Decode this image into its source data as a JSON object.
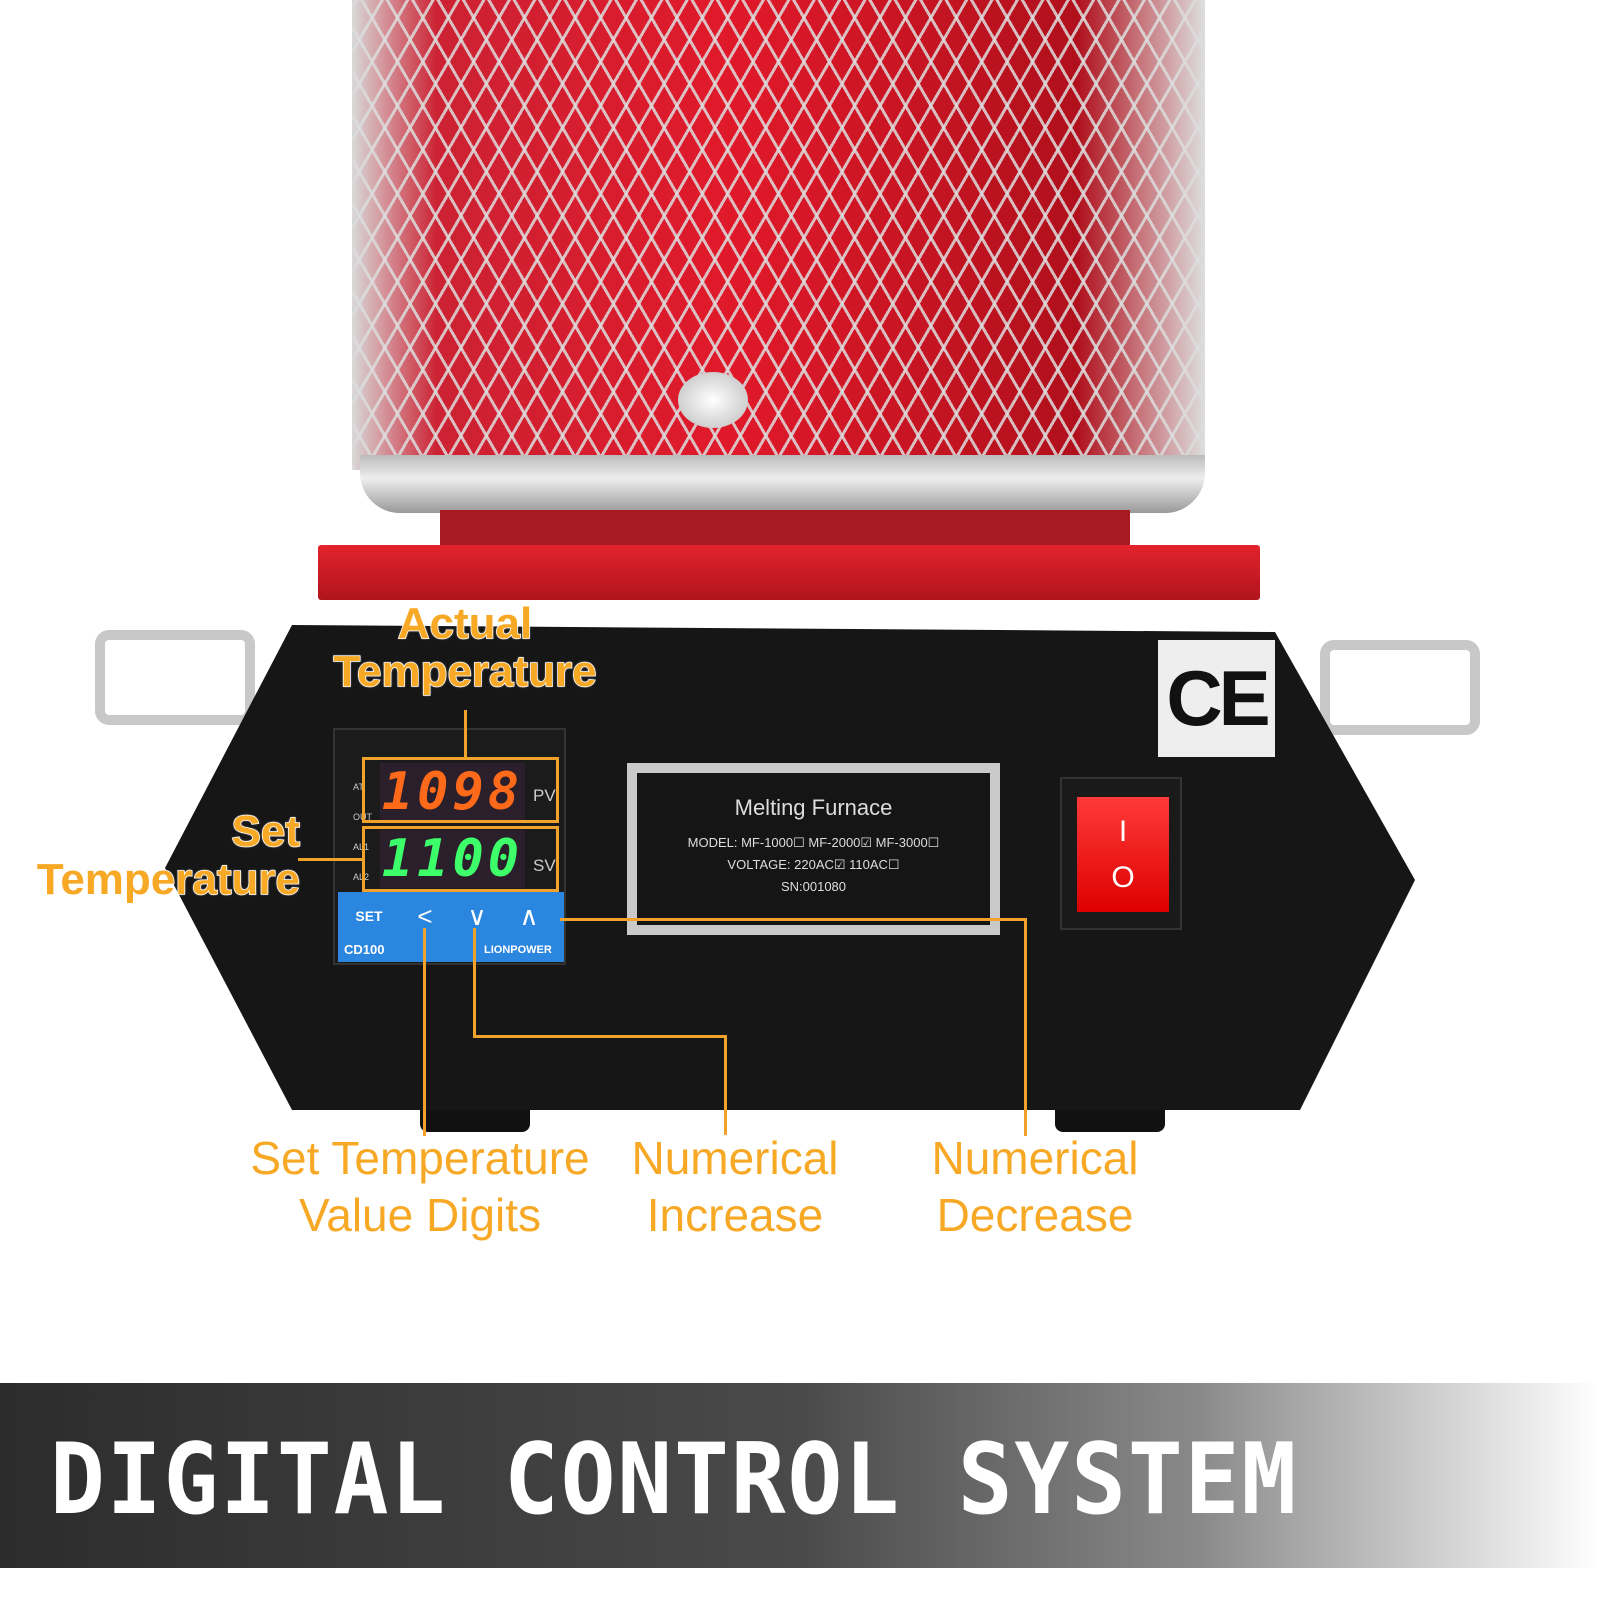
{
  "controller": {
    "pv_value": "1098",
    "pv_label": "PV",
    "sv_value": "1100",
    "sv_label": "SV",
    "at": "AT",
    "out": "OUT",
    "al1": "AL1",
    "al2": "AL2",
    "set_key": "SET",
    "left_key": "<",
    "down_key": "∨",
    "up_key": "∧",
    "model": "CD100",
    "brand": "LIONPOWER",
    "pv_color": "#ff6a1a",
    "sv_color": "#3dff6a"
  },
  "nameplate": {
    "title": "Melting Furnace",
    "model_line": "MODEL:  MF-1000☐  MF-2000☑  MF-3000☐",
    "voltage_line": "VOLTAGE: 220AC☑  110AC☐",
    "sn": "SN:001080"
  },
  "ce_mark": "CE",
  "switch": {
    "on": "I",
    "off": "O"
  },
  "annotations": {
    "actual_temperature": "Actual Temperature",
    "set_temperature": "Set Temperature",
    "set_digits": "Set Temperature Value Digits",
    "increase": "Numerical Increase",
    "decrease": "Numerical Decrease",
    "color": "#f7a825"
  },
  "banner": {
    "title": "DIGITAL CONTROL SYSTEM"
  }
}
